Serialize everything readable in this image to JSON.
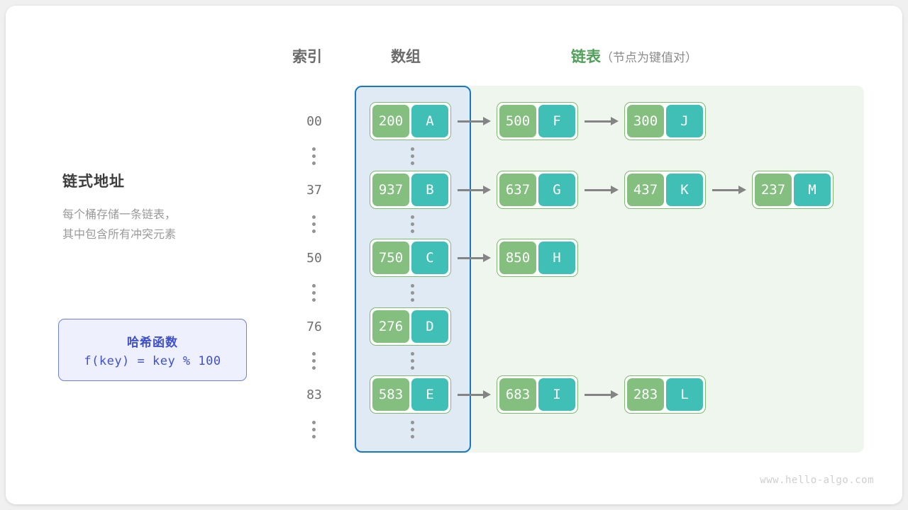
{
  "headers": {
    "index": "索引",
    "array": "数组",
    "list": "链表",
    "list_sub": "（节点为键值对）"
  },
  "side": {
    "title": "链式地址",
    "description": "每个桶存储一条链表，\n其中包含所有冲突元素"
  },
  "hash_box": {
    "title": "哈希函数",
    "formula": "f(key) = key % 100"
  },
  "watermark": "www.hello-algo.com",
  "colors": {
    "key_cell": "#84bf80",
    "value_cell": "#3fbfb5",
    "node_border": "#7fba72",
    "array_region_fill": "#dfeaf5",
    "array_region_border": "#1878c4",
    "list_region_fill": "#eef6ee",
    "list_accent": "#50a05a",
    "hash_accent": "#3f50d0",
    "arrow": "#848484"
  },
  "rows": [
    {
      "index": "00",
      "bucket": {
        "key": "200",
        "value": "A"
      },
      "chain": [
        {
          "key": "500",
          "value": "F"
        },
        {
          "key": "300",
          "value": "J"
        }
      ]
    },
    {
      "index": "37",
      "bucket": {
        "key": "937",
        "value": "B"
      },
      "chain": [
        {
          "key": "637",
          "value": "G"
        },
        {
          "key": "437",
          "value": "K"
        },
        {
          "key": "237",
          "value": "M"
        }
      ]
    },
    {
      "index": "50",
      "bucket": {
        "key": "750",
        "value": "C"
      },
      "chain": [
        {
          "key": "850",
          "value": "H"
        }
      ]
    },
    {
      "index": "76",
      "bucket": {
        "key": "276",
        "value": "D"
      },
      "chain": []
    },
    {
      "index": "83",
      "bucket": {
        "key": "583",
        "value": "E"
      },
      "chain": [
        {
          "key": "683",
          "value": "I"
        },
        {
          "key": "283",
          "value": "L"
        }
      ]
    }
  ],
  "ellipsis_rows": 5
}
